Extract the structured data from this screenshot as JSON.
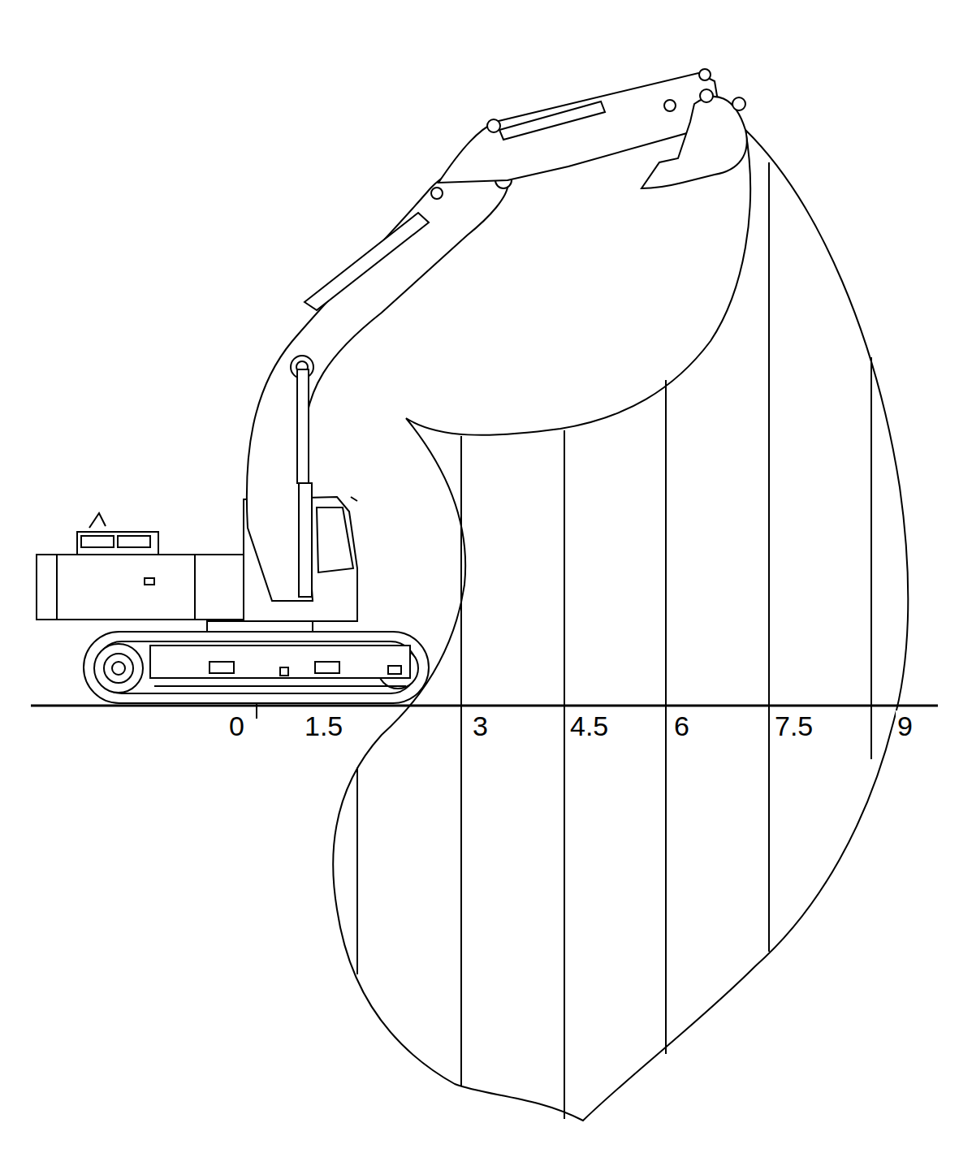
{
  "diagram": {
    "labels": [
      "0",
      "1.5",
      "3",
      "4.5",
      "6",
      "7.5",
      "9"
    ]
  }
}
